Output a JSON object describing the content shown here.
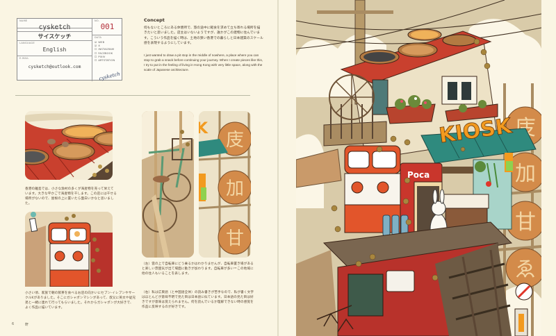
{
  "card": {
    "name_label": "NAME",
    "name": "cysketch",
    "name_kana": "サイスケッチ",
    "no_label": "NO.",
    "no": "001",
    "data_label": "DATA",
    "data_items": [
      {
        "label": "WEB",
        "checked": true,
        "mark": "☑"
      },
      {
        "label": "X",
        "checked": true,
        "mark": "☑"
      },
      {
        "label": "INSTAGRAM",
        "checked": false,
        "mark": "☐"
      },
      {
        "label": "FACEBOOK",
        "checked": false,
        "mark": "☐"
      },
      {
        "label": "PIXIV",
        "checked": false,
        "mark": "☐"
      },
      {
        "label": "ARTSTATION",
        "checked": false,
        "mark": "☐"
      }
    ],
    "language_label": "LANGUAGE",
    "language": "English",
    "email_label": "E-MAIL",
    "email": "cysketch@outlook.com",
    "signature": "cysketch"
  },
  "concept": {
    "heading": "Concept",
    "jp_text": "何もないところにある休憩所で、旅の途中に軽食を求めて立ち寄れる場所を描きたいと思いました。店主はいないようですが、誰かがこの建物に住んでいます。こういう作品を描く時は、土地の狭い香港での暮らしと日本建築のスケール感を表現するようにしています。",
    "en_text": "I just wanted to draw a pit stop in the middle of nowhere, a place where you can stop to grab a snack before continuing your journey. When I create pieces like this, I try to put in the feeling of living in Hong Kong with very little space, along with the scale of Japanese architecture."
  },
  "captions": {
    "roof": "香港の離島では、小さな漁村の多くが海産物を売って栄えています。大きな平かごで海産物を干します。この店には干せる場所がないので、屋根の上に置いたら面白いかなと思いました。",
    "bicycle": "（左）雲の上で自転車にどう乗るかはわかりませんが、自転車置き場があると楽しい雰囲気が出て場面に動きが加わります。自転車が多い＝この地域に他の住人もいることを表します。",
    "vending": "小さい頃、家族で朝の飲茶を食べるお店の向かいにセブン-イレブンやサークルKがありました。そこにガシャポンマシンがあって、叔父に英文や従兄弟と一緒に連れて行ってもらいました。それからガシャポンが大好きで、よく作品に描いています。",
    "sign": "（右）私は広東語（と中国語全体）の読み書きが苦手なので、私が書く文字はほとんどが意味不明で見た目は日本語に似ています。日本語の見た目は好きですが意味は覚えられません。何を読んでいるか理解できない時の感覚を作品に反映するのが好きです。"
  },
  "folio": {
    "page_number": "6",
    "section": "軒"
  },
  "illustration": {
    "sign_text": "KIOSK",
    "lantern_chars": [
      "庋",
      "加",
      "甘",
      "ゑ"
    ],
    "poca_text": "Poca",
    "colors": {
      "roof_red": "#c9402e",
      "awning_teal": "#2f8a7e",
      "kiosk_orange": "#f29a1f",
      "lantern_tan": "#d38b4a",
      "sky_tan": "#d9cba9",
      "cloud": "#fbf6e6",
      "wood_brown": "#7a5c44",
      "building_red": "#b8322b",
      "paper": "#faf5e3"
    }
  }
}
